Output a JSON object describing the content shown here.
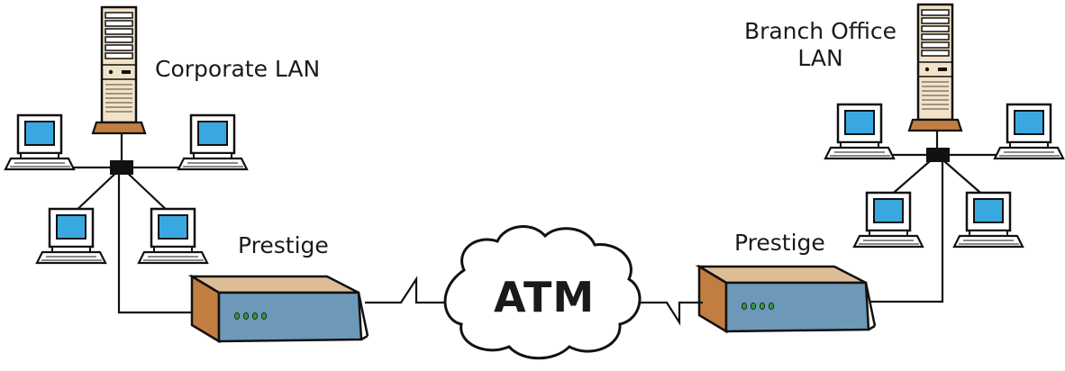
{
  "labels": {
    "corporate_lan": "Corporate LAN",
    "branch_office_line1": "Branch Office",
    "branch_office_line2": "LAN",
    "prestige_left": "Prestige",
    "prestige_right": "Prestige",
    "atm": "ATM"
  },
  "colors": {
    "screen": "#3aa8e0",
    "device_top": "#dcbd96",
    "device_side": "#c27e40",
    "device_front": "#6e98b8",
    "server_body": "#f2e3c8",
    "led": "#2e9c3a"
  },
  "icons": [
    "server-icon",
    "computer-icon",
    "hub-icon",
    "router-icon",
    "cloud-icon"
  ]
}
